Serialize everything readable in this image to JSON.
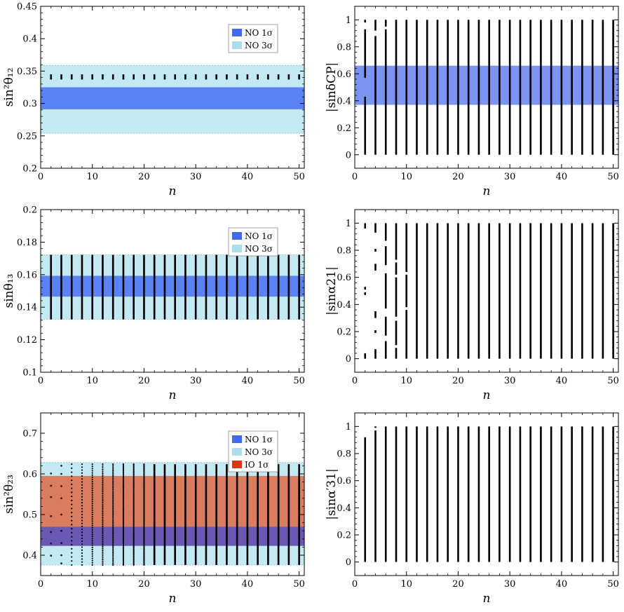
{
  "chart_data": [
    {
      "id": "sin2theta12",
      "type": "scatter",
      "ylabel": "sin²θ₁₂",
      "xlabel": "n",
      "xlim": [
        0,
        51
      ],
      "ylim": [
        0.2,
        0.45
      ],
      "xticks": [
        0,
        10,
        20,
        30,
        40,
        50
      ],
      "yticks": [
        0.2,
        0.25,
        0.3,
        0.35,
        0.4,
        0.45
      ],
      "ytick_labels": [
        "0.2",
        "0.25",
        "0.3",
        "0.35",
        "0.4",
        "0.45"
      ],
      "legend_position": "top-right",
      "bands": [
        {
          "name": "NO 3σ",
          "color": "#c3e9f2",
          "range": [
            0.254,
            0.359
          ]
        },
        {
          "name": "NO 1σ",
          "color": "#5b82f4",
          "range": [
            0.291,
            0.325
          ]
        }
      ],
      "legend": [
        {
          "label": "NO 1σ",
          "color": "#4169f5"
        },
        {
          "label": "NO 3σ",
          "color": "#abdde9"
        }
      ],
      "series": [
        {
          "x": [
            2,
            4,
            6,
            8,
            10,
            12,
            14,
            16,
            18,
            20,
            22,
            24,
            26,
            28,
            30,
            32,
            34,
            36,
            38,
            40,
            42,
            44,
            46,
            48,
            50
          ],
          "segments": [
            [
              0.337,
              0.345
            ]
          ]
        }
      ]
    },
    {
      "id": "sindeltaCP",
      "type": "scatter",
      "ylabel": "|sinδCP|",
      "xlabel": "n",
      "xlim": [
        0,
        51
      ],
      "ylim": [
        -0.1,
        1.1
      ],
      "xticks": [
        0,
        10,
        20,
        30,
        40,
        50
      ],
      "yticks": [
        0,
        0.2,
        0.4,
        0.6,
        0.8,
        1
      ],
      "ytick_labels": [
        "0",
        "0.2",
        "0.4",
        "0.6",
        "0.8",
        "1"
      ],
      "bands": [
        {
          "name": "NO 1σ",
          "color": "#7b93f3",
          "range": [
            0.37,
            0.66
          ]
        }
      ],
      "legend": [],
      "series": [
        {
          "x": [
            2
          ],
          "segments": [
            [
              0.0,
              0.43
            ],
            [
              0.57,
              0.93
            ],
            [
              0.98,
              1.0
            ]
          ]
        },
        {
          "x": [
            4
          ],
          "segments": [
            [
              0.0,
              0.88
            ],
            [
              0.92,
              1.0
            ]
          ]
        },
        {
          "x": [
            6
          ],
          "segments": [
            [
              0.0,
              0.93
            ],
            [
              0.95,
              1.0
            ]
          ]
        },
        {
          "x": [
            8,
            10,
            12,
            14,
            16,
            18,
            20,
            22,
            24,
            26,
            28,
            30,
            32,
            34,
            36,
            38,
            40,
            42,
            44,
            46,
            48,
            50
          ],
          "segments": [
            [
              0.0,
              1.0
            ]
          ]
        }
      ]
    },
    {
      "id": "sintheta13",
      "type": "scatter",
      "ylabel": "sinθ₁₃",
      "xlabel": "n",
      "xlim": [
        0,
        51
      ],
      "ylim": [
        0.1,
        0.2
      ],
      "xticks": [
        0,
        10,
        20,
        30,
        40,
        50
      ],
      "yticks": [
        0.1,
        0.12,
        0.14,
        0.16,
        0.18,
        0.2
      ],
      "ytick_labels": [
        "0.1",
        "0.12",
        "0.14",
        "0.16",
        "0.18",
        "0.2"
      ],
      "legend_position": "top-right",
      "bands": [
        {
          "name": "NO 3σ",
          "color": "#c3e9f2",
          "range": [
            0.1325,
            0.1722
          ]
        },
        {
          "name": "NO 1σ",
          "color": "#5b82f4",
          "range": [
            0.1465,
            0.1593
          ]
        }
      ],
      "legend": [
        {
          "label": "NO 1σ",
          "color": "#4169f5"
        },
        {
          "label": "NO 3σ",
          "color": "#abdde9"
        }
      ],
      "series": [
        {
          "x": [
            2,
            4,
            6,
            8,
            10,
            12,
            14,
            16,
            18,
            20,
            22,
            24,
            26,
            28,
            30,
            32,
            34,
            36,
            38,
            40,
            42,
            44,
            46,
            48,
            50
          ],
          "segments": [
            [
              0.1325,
              0.1722
            ]
          ]
        }
      ]
    },
    {
      "id": "sinalpha21",
      "type": "scatter",
      "ylabel": "|sinα21|",
      "xlabel": "n",
      "xlim": [
        0,
        51
      ],
      "ylim": [
        -0.1,
        1.1
      ],
      "xticks": [
        0,
        10,
        20,
        30,
        40,
        50
      ],
      "yticks": [
        0,
        0.2,
        0.4,
        0.6,
        0.8,
        1
      ],
      "ytick_labels": [
        "0",
        "0.2",
        "0.4",
        "0.6",
        "0.8",
        "1"
      ],
      "bands": [],
      "legend": [],
      "series": [
        {
          "x": [
            2
          ],
          "segments": [
            [
              0.0,
              0.04
            ],
            [
              0.47,
              0.49
            ],
            [
              0.51,
              0.53
            ],
            [
              0.96,
              1.0
            ]
          ]
        },
        {
          "x": [
            4
          ],
          "segments": [
            [
              0.0,
              0.07
            ],
            [
              0.19,
              0.21
            ],
            [
              0.3,
              0.35
            ],
            [
              0.65,
              0.7
            ],
            [
              0.79,
              0.81
            ],
            [
              0.93,
              1.0
            ]
          ]
        },
        {
          "x": [
            6
          ],
          "segments": [
            [
              0.0,
              0.13
            ],
            [
              0.17,
              0.31
            ],
            [
              0.37,
              0.63
            ],
            [
              0.69,
              0.83
            ],
            [
              0.87,
              1.0
            ]
          ]
        },
        {
          "x": [
            8
          ],
          "segments": [
            [
              0.0,
              0.08
            ],
            [
              0.1,
              0.28
            ],
            [
              0.31,
              0.6
            ],
            [
              0.62,
              0.71
            ],
            [
              0.73,
              1.0
            ]
          ]
        },
        {
          "x": [
            10
          ],
          "segments": [
            [
              0.0,
              0.36
            ],
            [
              0.38,
              0.62
            ],
            [
              0.64,
              1.0
            ]
          ]
        },
        {
          "x": [
            12,
            14,
            16,
            18,
            20,
            22,
            24,
            26,
            28,
            30,
            32,
            34,
            36,
            38,
            40,
            42,
            44,
            46,
            48,
            50
          ],
          "segments": [
            [
              0.0,
              1.0
            ]
          ]
        }
      ]
    },
    {
      "id": "sin2theta23",
      "type": "scatter",
      "ylabel": "sin²θ₂₃",
      "xlabel": "n",
      "xlim": [
        0,
        51
      ],
      "ylim": [
        0.35,
        0.75
      ],
      "xticks": [
        0,
        10,
        20,
        30,
        40,
        50
      ],
      "yticks": [
        0.4,
        0.5,
        0.6,
        0.7
      ],
      "ytick_labels": [
        "0.4",
        "0.5",
        "0.6",
        "0.7"
      ],
      "legend_position": "top-right",
      "bands": [
        {
          "name": "NO 3σ",
          "color": "#c3e9f2",
          "range": [
            0.376,
            0.628
          ]
        },
        {
          "name": "IO 1σ",
          "color": "#da7c60",
          "range": [
            0.43,
            0.595
          ]
        },
        {
          "name": "NO 1σ",
          "color": "#6a58b3",
          "range": [
            0.423,
            0.47
          ]
        }
      ],
      "legend": [
        {
          "label": "NO 1σ",
          "color": "#4169f5"
        },
        {
          "label": "NO 3σ",
          "color": "#abdde9"
        },
        {
          "label": "IO 1σ",
          "color": "#d93712"
        }
      ],
      "series": [
        {
          "x": [
            2
          ],
          "points": [
            0.399,
            0.429,
            0.457,
            0.496,
            0.543,
            0.571,
            0.601
          ]
        },
        {
          "x": [
            4
          ],
          "points": [
            0.38,
            0.4,
            0.43,
            0.46,
            0.5,
            0.54,
            0.57,
            0.6,
            0.62
          ]
        },
        {
          "x": [
            6,
            8,
            10,
            12,
            14,
            16,
            18,
            20
          ],
          "dotted_range": [
            0.376,
            0.624
          ]
        },
        {
          "x": [
            22,
            24,
            26,
            28,
            30,
            32,
            34,
            36,
            38,
            40,
            42,
            44,
            46,
            48,
            50
          ],
          "segments": [
            [
              0.376,
              0.624
            ]
          ]
        }
      ]
    },
    {
      "id": "sinalpha31",
      "type": "scatter",
      "ylabel": "|sinα′31|",
      "xlabel": "n",
      "xlim": [
        0,
        51
      ],
      "ylim": [
        -0.1,
        1.1
      ],
      "xticks": [
        0,
        10,
        20,
        30,
        40,
        50
      ],
      "yticks": [
        0,
        0.2,
        0.4,
        0.6,
        0.8,
        1
      ],
      "ytick_labels": [
        "0",
        "0.2",
        "0.4",
        "0.6",
        "0.8",
        "1"
      ],
      "bands": [],
      "legend": [],
      "series": [
        {
          "x": [
            2
          ],
          "segments": [
            [
              0.0,
              0.92
            ]
          ]
        },
        {
          "x": [
            4
          ],
          "segments": [
            [
              0.0,
              0.97
            ],
            [
              0.99,
              1.0
            ]
          ]
        },
        {
          "x": [
            6,
            8,
            10,
            12,
            14,
            16,
            18,
            20,
            22,
            24,
            26,
            28,
            30,
            32,
            34,
            36,
            38,
            40,
            42,
            44,
            46,
            48,
            50
          ],
          "segments": [
            [
              0.0,
              1.0
            ]
          ]
        }
      ]
    }
  ]
}
